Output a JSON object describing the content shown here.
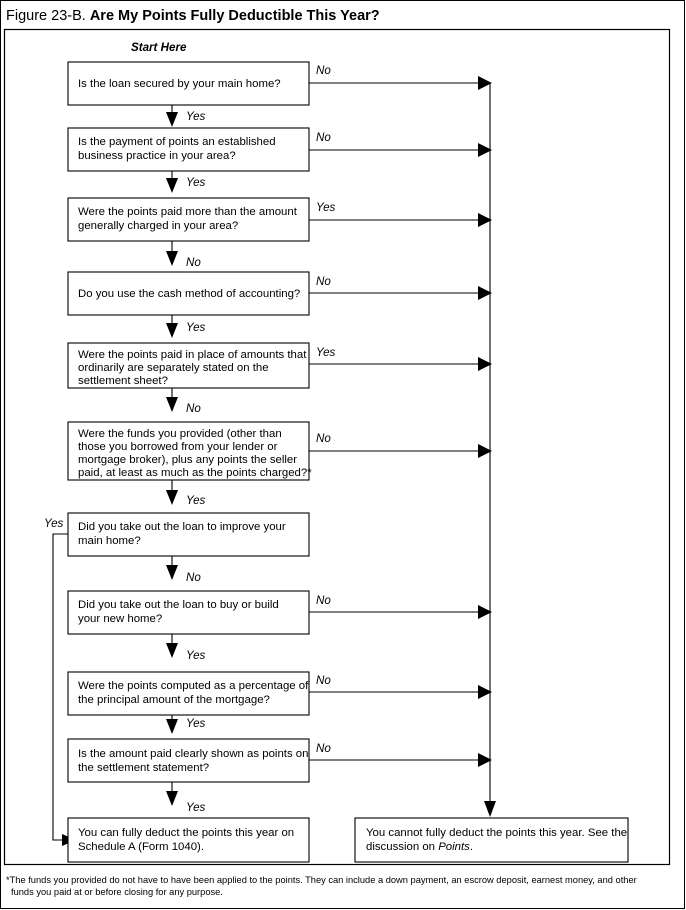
{
  "figure": {
    "label": "Figure 23-B.",
    "title": "Are My Points Fully Deductible This Year?"
  },
  "start_label": "Start Here",
  "labels": {
    "yes": "Yes",
    "no": "No"
  },
  "nodes": [
    {
      "id": "q1",
      "lines": [
        "Is the loan secured by your main home?"
      ],
      "down_label": "Yes",
      "side_label": "No"
    },
    {
      "id": "q2",
      "lines": [
        "Is the payment of points an established",
        "business practice in your area?"
      ],
      "down_label": "Yes",
      "side_label": "No"
    },
    {
      "id": "q3",
      "lines": [
        "Were the points paid more than the amount",
        "generally charged in your area?"
      ],
      "down_label": "No",
      "side_label": "Yes"
    },
    {
      "id": "q4",
      "lines": [
        "Do you use the cash method of accounting?"
      ],
      "down_label": "Yes",
      "side_label": "No"
    },
    {
      "id": "q5",
      "lines": [
        "Were the points paid in place of amounts that",
        "ordinarily are separately stated on the",
        "settlement sheet?"
      ],
      "down_label": "No",
      "side_label": "Yes"
    },
    {
      "id": "q6",
      "lines": [
        "Were the funds you provided (other than",
        "those you borrowed from your lender or",
        "mortgage broker), plus any points the seller",
        "paid, at least as much as the points charged?*"
      ],
      "down_label": "Yes",
      "side_label": "No"
    },
    {
      "id": "q7",
      "lines": [
        "Did you take out the loan to improve your",
        "main home?"
      ],
      "down_label": "No",
      "side_label": "Yes"
    },
    {
      "id": "q8",
      "lines": [
        "Did you take out the loan to buy or build",
        "your new home?"
      ],
      "down_label": "Yes",
      "side_label": "No"
    },
    {
      "id": "q9",
      "lines": [
        "Were the points computed as a percentage of",
        "the principal amount of the mortgage?"
      ],
      "down_label": "Yes",
      "side_label": "No"
    },
    {
      "id": "q10",
      "lines": [
        "Is the amount paid clearly shown as points on",
        "the settlement statement?"
      ],
      "down_label": "Yes",
      "side_label": "No"
    }
  ],
  "outcomes": {
    "deductible": {
      "lines": [
        "You can fully deduct the points this year on",
        "Schedule A (Form 1040)."
      ]
    },
    "not_deductible": {
      "line1": "You cannot fully deduct the points this year. See the",
      "line2_a": "discussion on ",
      "line2_italic": "Points",
      "line2_b": "."
    }
  },
  "footnote": {
    "line1": "*The funds you provided do not have to have been applied to the points. They can include a down payment, an escrow deposit, earnest money, and other",
    "line2": "funds you paid at or before closing for any purpose."
  },
  "colors": {
    "ink": "#000000",
    "paper": "#ffffff"
  }
}
